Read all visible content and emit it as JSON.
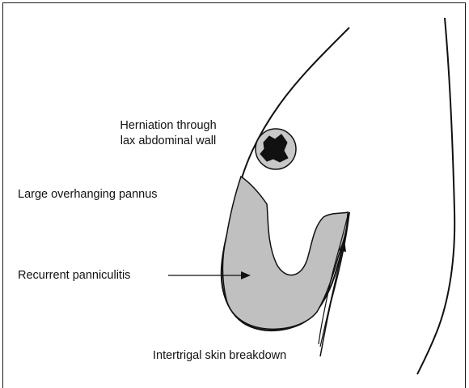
{
  "labels": {
    "herniation_line1": "Herniation through",
    "herniation_line2": "lax abdominal wall",
    "pannus": "Large overhanging pannus",
    "panniculitis": "Recurrent panniculitis",
    "intertrigal": "Intertrigal skin breakdown"
  },
  "colors": {
    "pannus_fill": "#c0c0c0",
    "outline": "#111111",
    "hernia_fill": "#c8c8c8",
    "hernia_core": "#111111"
  }
}
